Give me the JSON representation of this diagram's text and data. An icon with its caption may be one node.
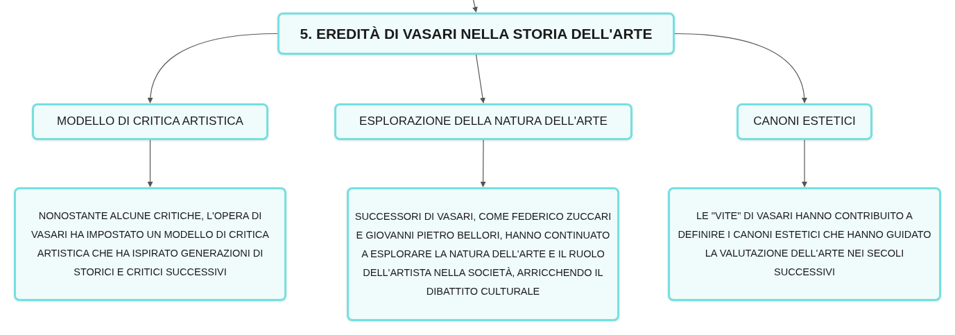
{
  "diagram": {
    "nodes": [
      {
        "text": [
          "5. EREDITÀ DI VASARI NELLA STORIA DELL'ARTE"
        ]
      },
      {
        "text": [
          "MODELLO DI CRITICA ARTISTICA"
        ]
      },
      {
        "text": [
          "ESPLORAZIONE DELLA NATURA DELL'ARTE"
        ]
      },
      {
        "text": [
          "CANONI ESTETICI"
        ]
      },
      {
        "text": [
          "NONOSTANTE ALCUNE CRITICHE, L'OPERA DI VASARI HA IMPOSTATO UN MODELLO DI CRITICA ARTISTICA CHE HA ISPIRATO GENERAZIONI DI STORICI E CRITICI SUCCESSIVI"
        ]
      },
      {
        "text": [
          "SUCCESSORI DI VASARI, COME FEDERICO ZUCCARI E GIOVANNI PIETRO BELLORI, HANNO CONTINUATO A ESPLORARE LA NATURA DELL'ARTE E IL RUOLO DELL'ARTISTA NELLA SOCIETÀ, ARRICCHENDO IL DIBATTITO CULTURALE"
        ]
      },
      {
        "text": [
          "LE \"VITE\" DI VASARI HANNO CONTRIBUITO A DEFINIRE I CANONI ESTETICI CHE HANNO GUIDATO LA VALUTAZIONE DELL'ARTE NEI SECOLI SUCCESSIVI"
        ]
      }
    ],
    "edges": [
      {
        "from": null,
        "to": 0,
        "arrow": "to"
      },
      {
        "from": 0,
        "to": 1,
        "arrow": "to"
      },
      {
        "from": 0,
        "to": 2,
        "arrow": "to"
      },
      {
        "from": 0,
        "to": 3,
        "arrow": "to"
      },
      {
        "from": 1,
        "to": 4,
        "arrow": "to"
      },
      {
        "from": 2,
        "to": 5,
        "arrow": "to"
      },
      {
        "from": 3,
        "to": 6,
        "arrow": "to"
      }
    ]
  }
}
